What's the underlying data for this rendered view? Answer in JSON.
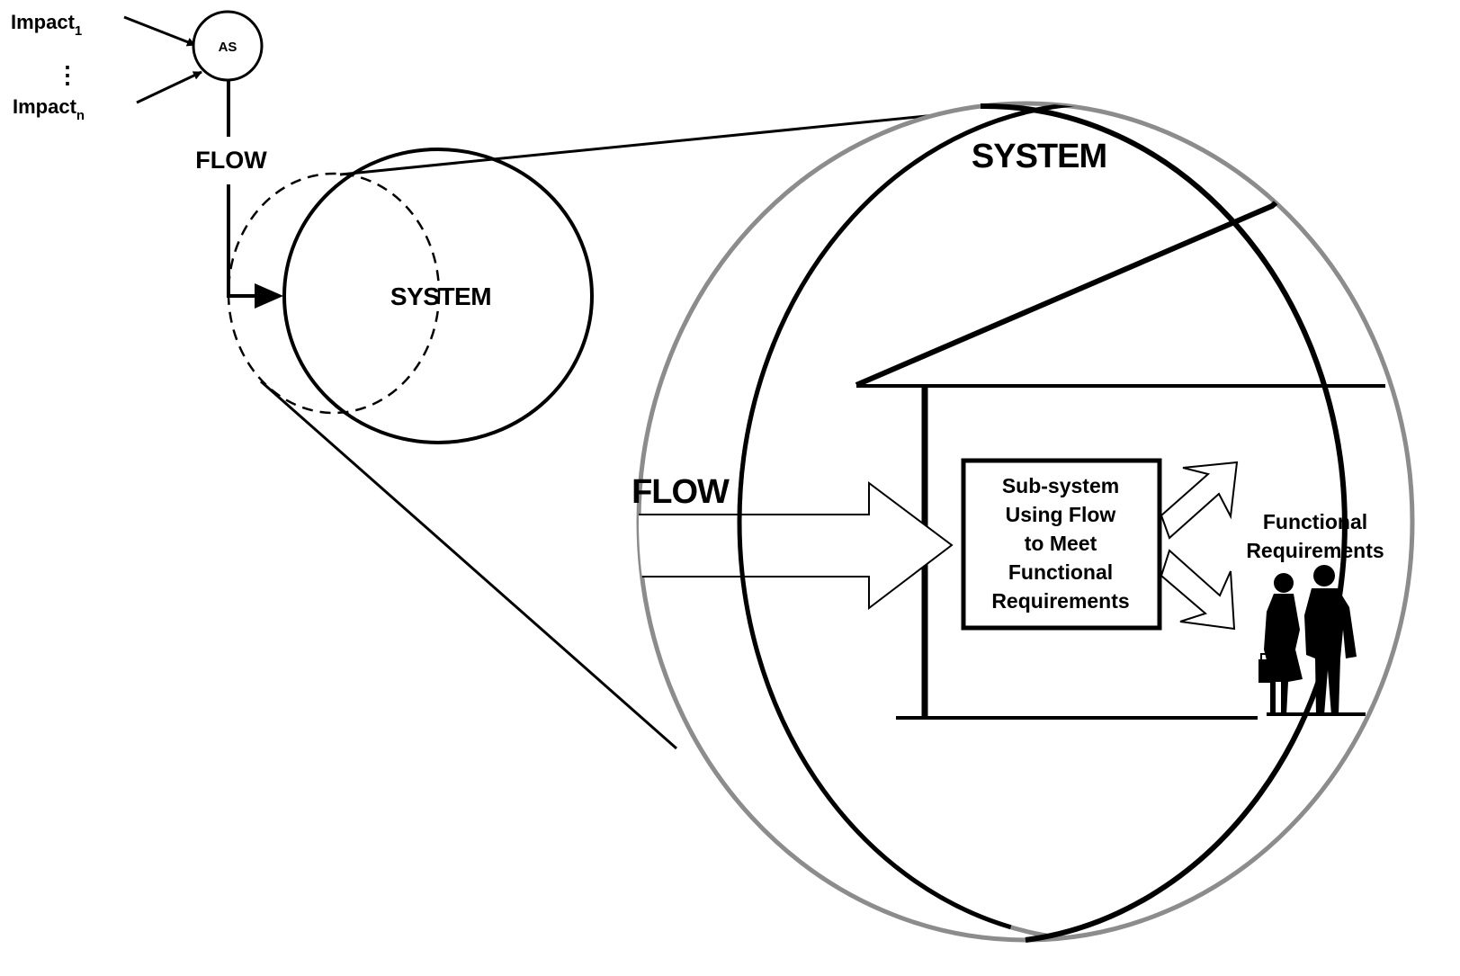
{
  "impacts": {
    "first": {
      "text": "Impact",
      "sub": "1"
    },
    "last": {
      "text": "Impact",
      "sub": "n"
    },
    "ellipsis": "⋮"
  },
  "as_node": "AS",
  "flow_small": "FLOW",
  "system_small": "SYSTEM",
  "system_big": "SYSTEM",
  "flow_big": "FLOW",
  "subsystem": {
    "lines": [
      "Sub-system",
      "Using Flow",
      "to  Meet",
      "Functional",
      "Requirements"
    ]
  },
  "functional": {
    "lines": [
      "Functional",
      "Requirements"
    ]
  },
  "icons": [
    "people-silhouette-icon",
    "briefcase-icon"
  ],
  "colors": {
    "ink": "#000000",
    "lens_gray": "#8c8c8c",
    "background": "#ffffff"
  }
}
